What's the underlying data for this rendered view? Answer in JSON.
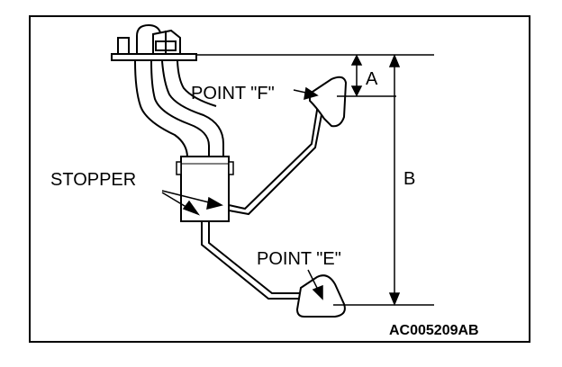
{
  "figure": {
    "labels": {
      "point_f": "POINT \"F\"",
      "point_e": "POINT \"E\"",
      "stopper": "STOPPER",
      "dim_a": "A",
      "dim_b": "B"
    },
    "figure_code": "AC005209AB"
  }
}
